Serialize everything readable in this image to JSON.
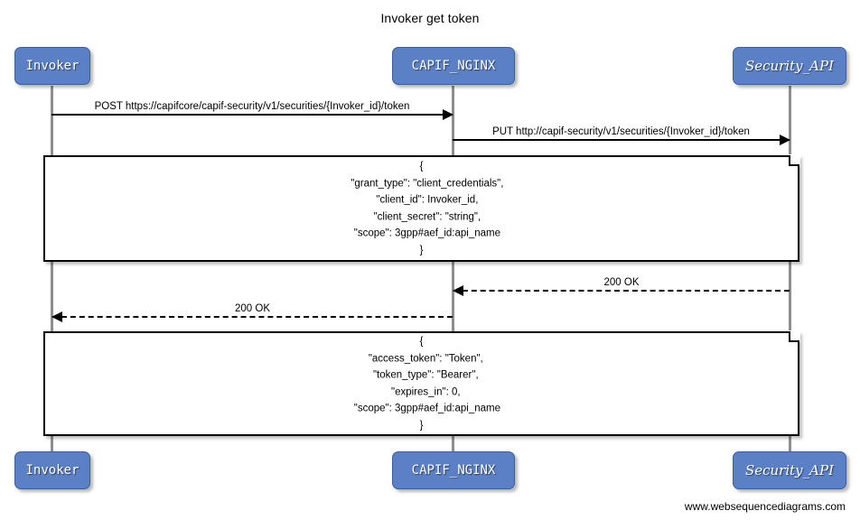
{
  "diagram": {
    "title": "Invoker get token",
    "footer": "www.websequencediagrams.com",
    "colors": {
      "participant_fill": "#5b80c5",
      "participant_border": "#3a5f9e",
      "participant_text": "#ffffff",
      "lifeline": "#8e8e8e",
      "line": "#000000",
      "note_fill": "#ffffff",
      "background": "#ffffff"
    }
  },
  "participants": [
    {
      "id": "invoker",
      "label": "Invoker",
      "top_label": "Invoker",
      "bottom_label": "Invoker"
    },
    {
      "id": "capif_nginx",
      "label": "CAPIF_NGINX",
      "top_label": "CAPIF_NGINX",
      "bottom_label": "CAPIF_NGINX"
    },
    {
      "id": "security_api",
      "label": "Security_API",
      "top_label": "Security_API",
      "bottom_label": "Security_API"
    }
  ],
  "messages": [
    {
      "id": "m1",
      "label": "POST https://capifcore/capif-security/v1/securities/{Invoker_id}/token",
      "from": "invoker",
      "to": "capif_nginx",
      "style": "solid",
      "direction": "right"
    },
    {
      "id": "m2",
      "label": "PUT http://capif-security/v1/securities/{Invoker_id}/token",
      "from": "capif_nginx",
      "to": "security_api",
      "style": "solid",
      "direction": "right"
    },
    {
      "id": "m3",
      "label": "200 OK",
      "from": "security_api",
      "to": "capif_nginx",
      "style": "dashed",
      "direction": "left"
    },
    {
      "id": "m4",
      "label": "200 OK",
      "from": "capif_nginx",
      "to": "invoker",
      "style": "dashed",
      "direction": "left"
    }
  ],
  "notes": [
    {
      "id": "note-request",
      "lines": [
        "{",
        "    \"grant_type\": \"client_credentials\",",
        "    \"client_id\": Invoker_id,",
        "    \"client_secret\": \"string\",",
        "    \"scope\": 3gpp#aef_id:api_name",
        "}"
      ]
    },
    {
      "id": "note-response",
      "lines": [
        "{",
        "   \"access_token\": \"Token\",",
        "   \"token_type\": \"Bearer\",",
        "   \"expires_in\": 0,",
        "    \"scope\": 3gpp#aef_id:api_name",
        "}"
      ]
    }
  ]
}
